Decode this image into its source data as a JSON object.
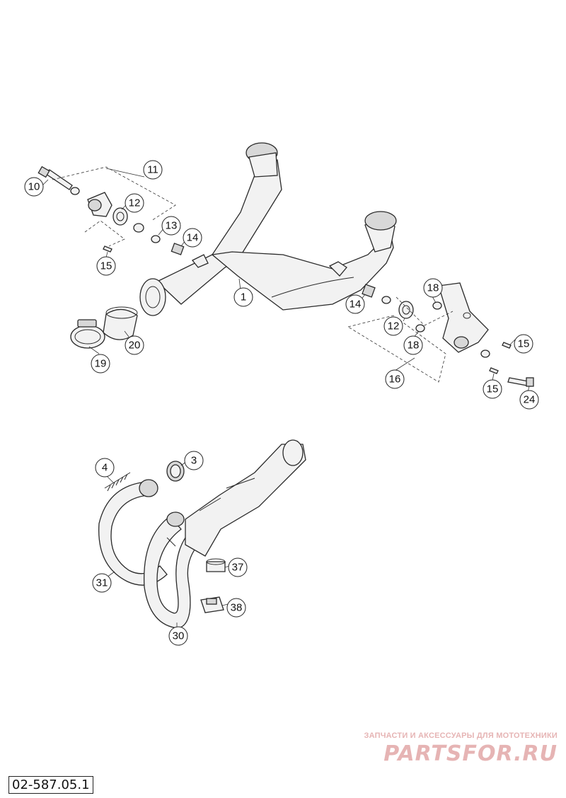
{
  "diagram": {
    "drawing_code": "02-587.05.1",
    "watermark": {
      "subtitle": "ЗАПЧАСТИ И АКСЕССУАРЫ ДЛЯ МОТОТЕХНИКИ",
      "brand": "PARTSFOR.RU"
    },
    "callouts": {
      "c1": "1",
      "c3": "3",
      "c4": "4",
      "c10": "10",
      "c11": "11",
      "c12a": "12",
      "c12b": "12",
      "c13": "13",
      "c14a": "14",
      "c14b": "14",
      "c15a": "15",
      "c15b": "15",
      "c15c": "15",
      "c16": "16",
      "c18a": "18",
      "c18b": "18",
      "c19": "19",
      "c20": "20",
      "c24": "24",
      "c30": "30",
      "c31": "31",
      "c37": "37",
      "c38": "38"
    },
    "colors": {
      "line": "#2a2a2a",
      "watermark": "#e6b4b4"
    }
  }
}
